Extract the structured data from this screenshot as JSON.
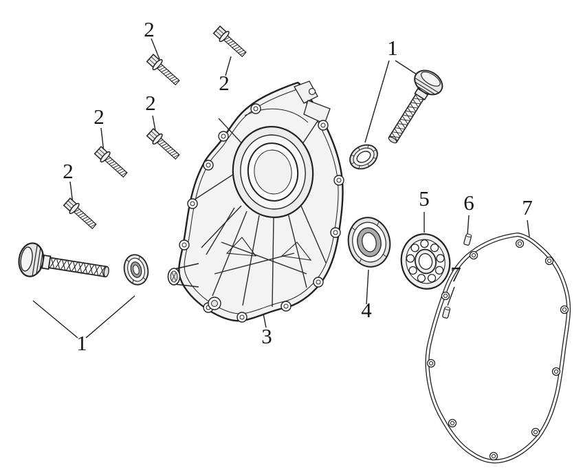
{
  "figure": {
    "kind": "exploded-parts-diagram",
    "background_color": "#ffffff",
    "line_color": "#1f1f1f"
  },
  "callouts": [
    {
      "id": "callout-bolt-top",
      "label": "2"
    },
    {
      "id": "callout-bolt-upper-right",
      "label": "2"
    },
    {
      "id": "callout-bolt-middle",
      "label": "2"
    },
    {
      "id": "callout-bolt-left",
      "label": "2"
    },
    {
      "id": "callout-bolt-lower-left",
      "label": "2"
    },
    {
      "id": "callout-dipstick-right",
      "label": "1"
    },
    {
      "id": "callout-ball-bearing",
      "label": "5"
    },
    {
      "id": "callout-dowel-pin",
      "label": "6"
    },
    {
      "id": "callout-gasket",
      "label": "7"
    },
    {
      "id": "callout-pin-small",
      "label": "7"
    },
    {
      "id": "callout-oil-seal",
      "label": "4"
    },
    {
      "id": "callout-crankcase-cover",
      "label": "3"
    },
    {
      "id": "callout-dipstick-left",
      "label": "1"
    }
  ]
}
